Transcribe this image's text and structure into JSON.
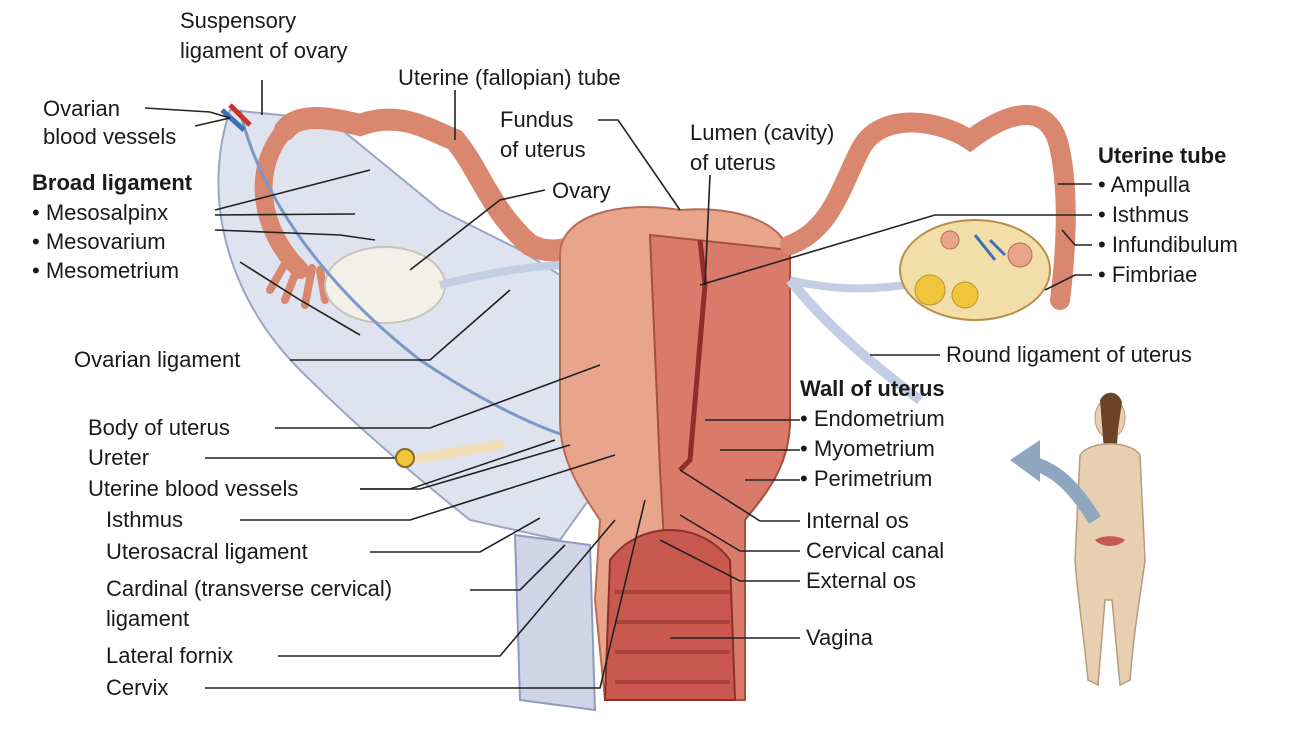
{
  "labels": {
    "suspensory_1": "Suspensory",
    "suspensory_2": "ligament of ovary",
    "uterine_fallopian_tube": "Uterine (fallopian) tube",
    "ovarian_bv_1": "Ovarian",
    "ovarian_bv_2": "blood vessels",
    "fundus_1": "Fundus",
    "fundus_2": "of uterus",
    "lumen_1": "Lumen (cavity)",
    "lumen_2": "of uterus",
    "broad_ligament": "Broad ligament",
    "mesosalpinx": "• Mesosalpinx",
    "mesovarium": "• Mesovarium",
    "mesometrium": "• Mesometrium",
    "ovary": "Ovary",
    "uterine_tube_heading": "Uterine tube",
    "ampulla": "• Ampulla",
    "isthmus_tube": "• Isthmus",
    "infundibulum": "• Infundibulum",
    "fimbriae": "• Fimbriae",
    "ovarian_ligament": "Ovarian ligament",
    "round_ligament": "Round ligament of uterus",
    "wall_of_uterus": "Wall of uterus",
    "endometrium": "• Endometrium",
    "myometrium": "• Myometrium",
    "perimetrium": "• Perimetrium",
    "body_of_uterus": "Body of uterus",
    "ureter": "Ureter",
    "uterine_bv": "Uterine blood vessels",
    "isthmus": "Isthmus",
    "uterosacral": "Uterosacral ligament",
    "cardinal_1": "Cardinal (transverse cervical)",
    "cardinal_2": "ligament",
    "lateral_fornix": "Lateral fornix",
    "cervix": "Cervix",
    "internal_os": "Internal os",
    "cervical_canal": "Cervical canal",
    "external_os": "External os",
    "vagina": "Vagina"
  },
  "colors": {
    "uterus_outer": "#e8a58c",
    "uterus_inner": "#c9594f",
    "ligament": "#dfe3ef",
    "ovary": "#f3efe9",
    "leader": "#222222",
    "arrow": "#8fa6c1",
    "skin": "#e9cfb1",
    "hair": "#6b4326"
  }
}
